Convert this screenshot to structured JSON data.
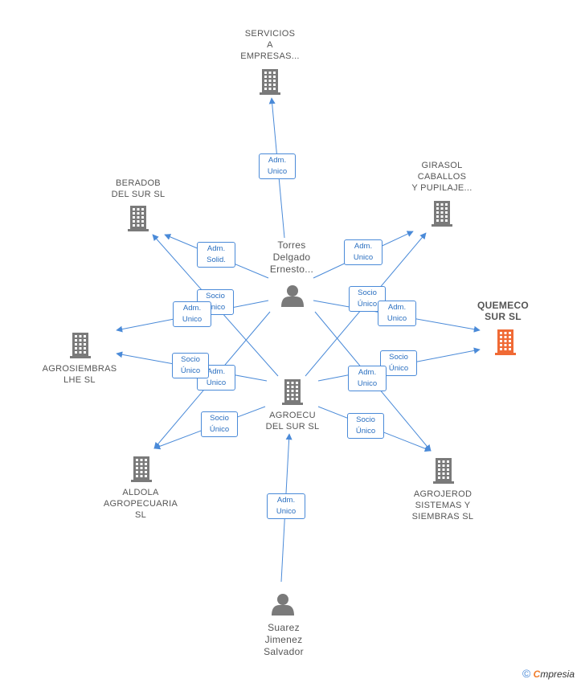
{
  "colors": {
    "edge": "#4a8ad8",
    "node": "#7a7a7a",
    "highlight": "#f06a35"
  },
  "nodes": {
    "servicios": {
      "lines": [
        "SERVICIOS",
        "A",
        "EMPRESAS..."
      ],
      "icon": "building-icon"
    },
    "beradob": {
      "lines": [
        "BERADOB",
        "DEL SUR SL"
      ],
      "icon": "building-icon"
    },
    "girasol": {
      "lines": [
        "GIRASOL",
        "CABALLOS",
        "Y PUPILAJE..."
      ],
      "icon": "building-icon"
    },
    "torres": {
      "lines": [
        "Torres",
        "Delgado",
        "Ernesto..."
      ],
      "icon": "person-icon"
    },
    "quemeco": {
      "lines": [
        "QUEMECO",
        "SUR SL"
      ],
      "icon": "building-icon"
    },
    "agrosiembras": {
      "lines": [
        "AGROSIEMBRAS",
        "LHE SL"
      ],
      "icon": "building-icon"
    },
    "agroecu": {
      "lines": [
        "AGROECU",
        "DEL SUR SL"
      ],
      "icon": "building-icon"
    },
    "aldola": {
      "lines": [
        "ALDOLA",
        "AGROPECUARIA",
        "SL"
      ],
      "icon": "building-icon"
    },
    "agrojerod": {
      "lines": [
        "AGROJEROD",
        "SISTEMAS Y",
        "SIEMBRAS SL"
      ],
      "icon": "building-icon"
    },
    "suarez": {
      "lines": [
        "Suarez",
        "Jimenez",
        "Salvador"
      ],
      "icon": "person-icon"
    }
  },
  "edge_labels": {
    "torres_servicios": [
      "Adm.",
      "Unico"
    ],
    "torres_beradob": [
      "Adm.",
      "Solid."
    ],
    "torres_girasol": [
      "Adm.",
      "Unico"
    ],
    "torres_aldola": [
      "Socio",
      "Único"
    ],
    "torres_agrosiembras": [
      "Adm.",
      "Unico"
    ],
    "torres_quemeco": [
      "Adm.",
      "Unico"
    ],
    "torres_agrojerod": [
      "Adm.",
      "Unico"
    ],
    "agroecu_girasol": [
      "Socio",
      "Único"
    ],
    "agroecu_quemeco": [
      "Socio",
      "Único"
    ],
    "agroecu_agrosiembras": [
      "Socio",
      "Único"
    ],
    "agroecu_beradob": [
      "Adm.",
      "Unico"
    ],
    "agroecu_aldola": [
      "Socio",
      "Único"
    ],
    "agroecu_agrojerod": [
      "Socio",
      "Único"
    ],
    "suarez_agroecu": [
      "Adm.",
      "Unico"
    ]
  },
  "footer": {
    "copyright": "©",
    "brand_first": "C",
    "brand_rest": "mpresia"
  }
}
